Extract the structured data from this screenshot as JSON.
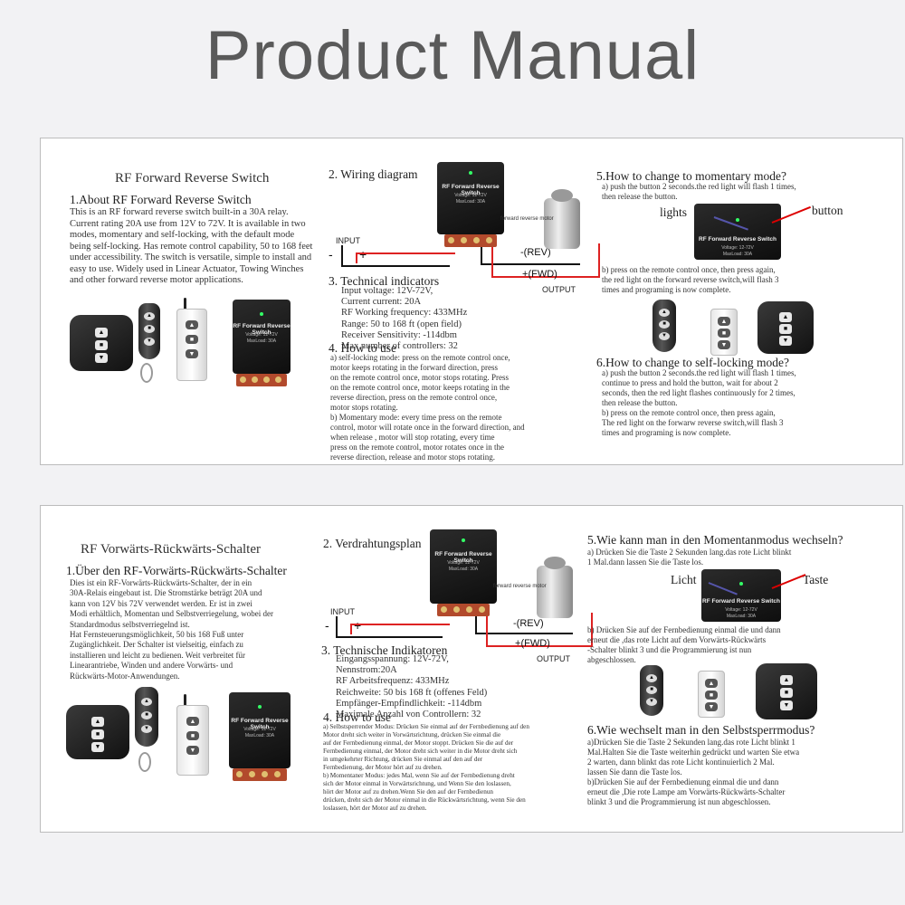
{
  "page_title": "Product Manual",
  "en": {
    "title": "RF Forward Reverse Switch",
    "about_heading": "1.About RF Forward Reverse Switch",
    "about_lines": [
      "This is an RF forward reverse switch built-in a 30A relay.",
      "Current rating 20A use from 12V to 72V. It is available in two",
      "modes, momentary and self-locking, with the default mode",
      "being self-locking. Has remote control capability, 50 to 168 feet",
      "under accessibility. The switch is versatile, simple to install and",
      "easy to use. Widely used in Linear Actuator, Towing Winches",
      "and other forward reverse motor applications."
    ],
    "wiring_heading": "2. Wiring diagram",
    "input_label": "INPUT",
    "rev_label": "(REV)",
    "fwd_label": "(FWD)",
    "output_label": "OUTPUT",
    "motor_label": "forward reverse motor",
    "switch_label": "RF Forward Reverse Switch",
    "switch_sub1": "Voltage: 12-72V",
    "switch_sub2": "MaxLoad: 30A",
    "tech_heading": "3. Technical indicators",
    "tech_lines": [
      "Input voltage: 12V-72V,",
      "Current current: 20A",
      "RF Working frequency: 433MHz",
      "Range: 50 to 168 ft (open field)",
      "Receiver Sensitivity: -114dbm",
      "Max number of controllers: 32"
    ],
    "howto_heading": "4. How to use",
    "howto_lines": [
      "a) self-locking mode: press      on the remote control once,",
      "    motor keeps rotating in the forward direction, press",
      "    on the remote control once, motor stops rotating. Press",
      "    on the remote control once, motor keeps rotating in the",
      "    reverse direction, press      on the remote control once,",
      "    motor stops rotating.",
      "b) Momentary mode: every time press       on the remote",
      "    control, motor will rotate once in the forward direction, and",
      "    when release      , motor will stop rotating, every time",
      "    press      on the remote control, motor rotates once in the",
      "    reverse direction, release      and motor stops rotating."
    ],
    "mom_heading": "5.How to change to momentary mode?",
    "mom_a": [
      "a) push the button  2 seconds.the red light will flash 1 times,",
      "    then release the button."
    ],
    "lights_label": "lights",
    "button_label": "button",
    "mom_b": [
      "b) press      on the remote control once, then press      again,",
      "    the red light on the forward reverse switch,will flash 3",
      "    times and  programing is now complete."
    ],
    "lock_heading": "6.How to change to self-locking mode?",
    "lock_lines": [
      "a) push the button  2 seconds.the red light will flash 1 times,",
      "    continue to press and hold the button, wait for about 2",
      "    seconds, then the red light flashes continuously for 2 times,",
      "    then release the button.",
      "b) press      on the remote control once, then press      again,",
      "    The red light on the forwarw reverse switch,will flash 3",
      "    times and  programing is now complete."
    ]
  },
  "de": {
    "title": "RF Vorwärts-Rückwärts-Schalter",
    "about_heading": "1.Über den RF-Vorwärts-Rückwärts-Schalter",
    "about_lines": [
      "Dies ist ein RF-Vorwärts-Rückwärts-Schalter, der in ein",
      "30A-Relais eingebaut ist. Die Stromstärke beträgt 20A und",
      "kann von 12V bis 72V verwendet werden. Er ist in zwei",
      "Modi erhältlich, Momentan und Selbstverriegelung, wobei der",
      "Standardmodus selbstverriegelnd ist.",
      "Hat Fernsteuerungsmöglichkeit, 50 bis 168 Fuß unter",
      "Zugänglichkeit. Der Schalter ist vielseitig, einfach zu",
      "installieren und leicht zu bedienen. Weit verbreitet für",
      "Linearantriebe, Winden und andere Vorwärts- und",
      "Rückwärts-Motor-Anwendungen."
    ],
    "wiring_heading": "2. Verdrahtungsplan",
    "input_label": "INPUT",
    "rev_label": "(REV)",
    "fwd_label": "(FWD)",
    "output_label": "OUTPUT",
    "motor_label": "forward reverse motor",
    "switch_label": "RF Forward Reverse Switch",
    "switch_sub1": "Voltage: 12-72V",
    "switch_sub2": "MaxLoad: 30A",
    "tech_heading": "3. Technische Indikatoren",
    "tech_lines": [
      "Eingangsspannung: 12V-72V,",
      "Nennstrom:20A",
      "RF Arbeitsfrequenz: 433MHz",
      "Reichweite: 50 bis 168 ft (offenes Feld)",
      "Empfänger-Empfindlichkeit: -114dbm",
      "Maximale Anzahl von Controllern: 32"
    ],
    "howto_heading": "4. How to use",
    "howto_lines": [
      "a) Selbstsperrender Modus: Drücken Sie einmal auf der Fernbedienung auf den",
      "    Motor dreht sich weiter in Vorwärtsrichtung, drücken Sie einmal die",
      "    auf der Fernbedienung einmal, der Motor stoppt. Drücken Sie die      auf der",
      "    Fernbedienung einmal, der Motor dreht sich weiter in die Motor dreht sich",
      "    in umgekehrter Richtung, drücken Sie einmal auf den      auf der",
      "    Fernbedienung, der Motor hört auf zu drehen.",
      "b) Momentaner Modus: jedes Mal, wenn Sie      auf der Fernbedienung dreht",
      "    sich der Motor einmal in Vorwärtsrichtung, und Wenn Sie den      loslassen,",
      "    hört der Motor auf zu drehen.Wenn Sie den      auf der Fernbedienun",
      "    drücken, dreht sich der Motor einmal in die Rückwärtsrichtung, wenn Sie den",
      "    loslassen, hört der Motor auf zu drehen."
    ],
    "mom_heading": "5.Wie kann man in den Momentanmodus wechseln?",
    "mom_a": [
      "a) Drücken Sie die Taste 2 Sekunden lang.das rote Licht blinkt",
      "    1 Mal.dann lassen Sie die Taste los."
    ],
    "lights_label": "Licht",
    "button_label": "Taste",
    "mom_b": [
      "b) Drücken Sie auf der Fernbedienung einmal die      und dann",
      "    erneut die      ,das rote Licht auf dem Vorwärts-Rückwärts",
      "    -Schalter blinkt 3 und die Programmierung ist nun",
      "    abgeschlossen."
    ],
    "lock_heading": "6.Wie wechselt man in den Selbstsperrmodus?",
    "lock_lines": [
      "a)Drücken Sie die Taste 2 Sekunden lang.das rote Licht blinkt 1",
      "    Mal.Halten Sie die Taste weiterhin gedrückt und warten Sie etwa",
      "    2 warten, dann blinkt das rote Licht kontinuierlich 2 Mal.",
      "    lassen Sie dann die Taste los.",
      "b)Drücken Sie auf der Fernbedienung einmal die      und dann",
      "    erneut die      ,Die rote Lampe am Vorwärts-Rückwärts-Schalter",
      "    blinkt 3 und die Programmierung ist nun abgeschlossen."
    ]
  },
  "colors": {
    "title": "#5a5a5a",
    "wire_red": "#dd2222",
    "arrow": "#dd0000",
    "terminal": "#b24a2c"
  },
  "icons": [
    "remote-button-icon",
    "arrow-icon"
  ]
}
